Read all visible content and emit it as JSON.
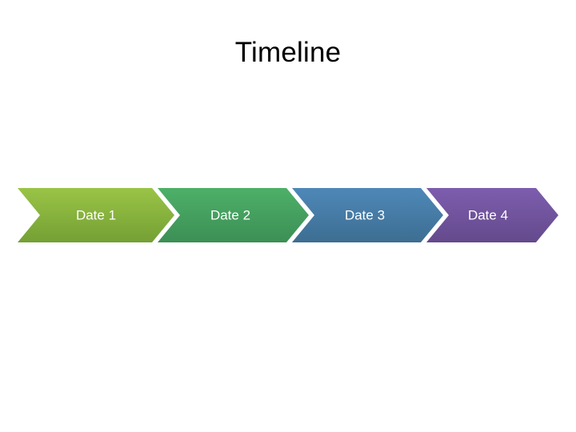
{
  "slide": {
    "title": "Timeline",
    "background_color": "#ffffff",
    "title_color": "#000000"
  },
  "timeline": {
    "separator_color": "#ffffff",
    "label_color": "#ffffff",
    "steps": [
      {
        "label": "Date 1",
        "color_top": "#9ac446",
        "color_bottom": "#74a035",
        "accent": "#8cb93e"
      },
      {
        "label": "Date 2",
        "color_top": "#4db068",
        "color_bottom": "#3c8f55",
        "accent": "#45a05e"
      },
      {
        "label": "Date 3",
        "color_top": "#4e88b8",
        "color_bottom": "#3d6e92",
        "accent": "#457ba5"
      },
      {
        "label": "Date 4",
        "color_top": "#7d5dae",
        "color_bottom": "#644a8c",
        "accent": "#70539d"
      }
    ]
  }
}
